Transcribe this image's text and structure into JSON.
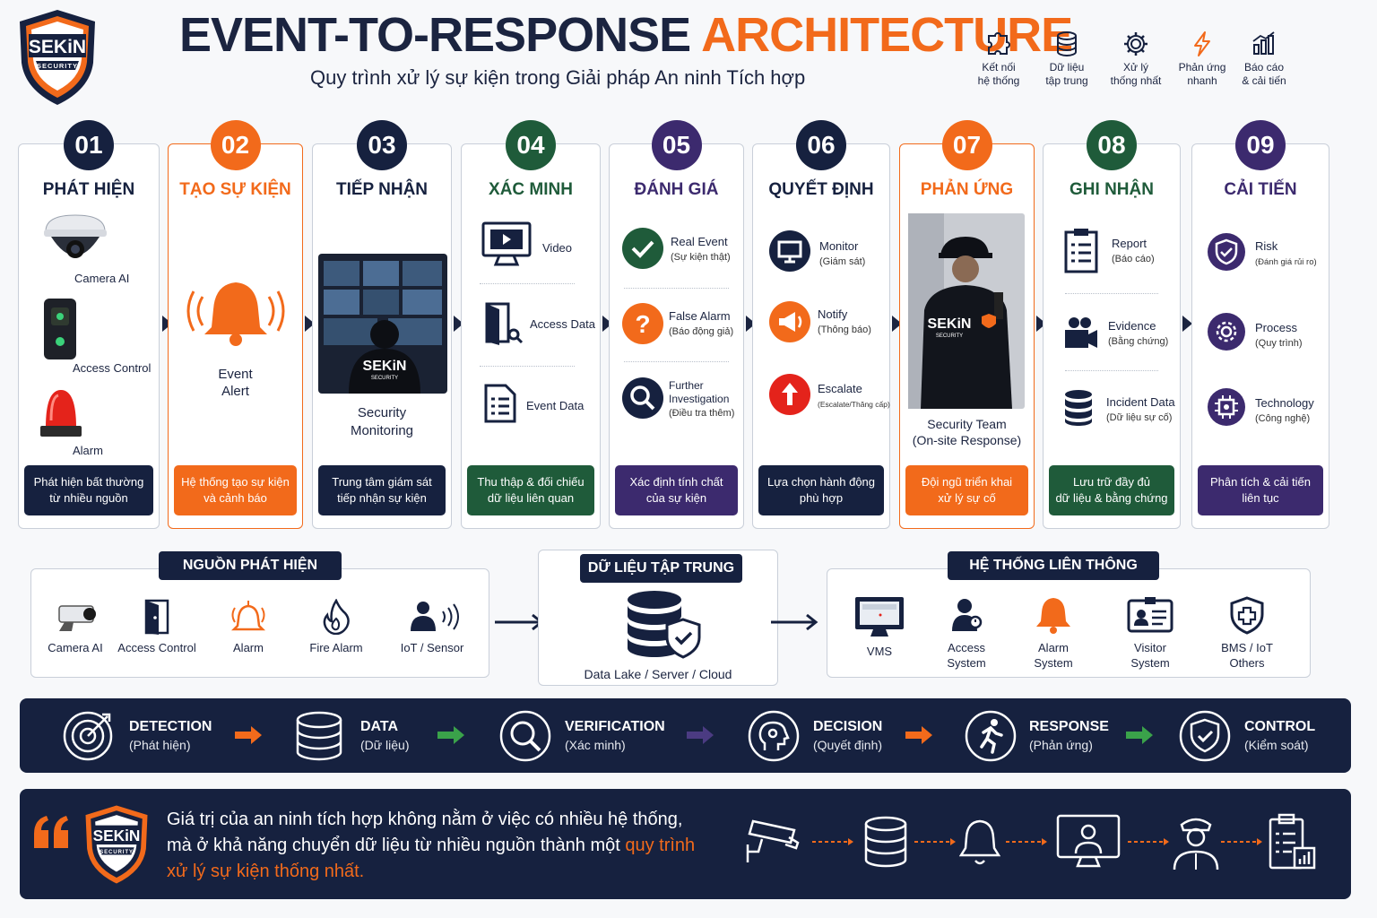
{
  "brand": {
    "name": "SEKiN",
    "tagline": "SECURITY"
  },
  "header": {
    "title_main": "EVENT-TO-RESPONSE",
    "title_accent": "ARCHITECTURE",
    "subtitle": "Quy trình xử lý sự kiện trong Giải pháp An ninh Tích hợp",
    "features": [
      {
        "icon": "puzzle-icon",
        "line1": "Kết nối",
        "line2": "hệ thống"
      },
      {
        "icon": "database-icon",
        "line1": "Dữ liệu",
        "line2": "tập trung"
      },
      {
        "icon": "gear-icon",
        "line1": "Xử lý",
        "line2": "thống nhất"
      },
      {
        "icon": "lightning-icon",
        "line1": "Phản ứng",
        "line2": "nhanh"
      },
      {
        "icon": "chart-icon",
        "line1": "Báo cáo",
        "line2": "& cải tiến"
      }
    ]
  },
  "colors": {
    "navy": "#16213f",
    "orange": "#f26a1b",
    "green": "#1f5b3a",
    "purple": "#3c2a6e"
  },
  "steps": [
    {
      "num": "01",
      "title": "PHÁT HIỆN",
      "color": "#16213f",
      "items": [
        "Camera AI",
        "Access Control",
        "Alarm"
      ],
      "footer1": "Phát hiện bất thường",
      "footer2": "từ nhiều nguồn"
    },
    {
      "num": "02",
      "title": "TẠO SỰ KIỆN",
      "color": "#f26a1b",
      "items": [
        "Event",
        "Alert"
      ],
      "footer1": "Hệ thống tạo sự kiện",
      "footer2": "và cảnh báo"
    },
    {
      "num": "03",
      "title": "TIẾP NHẬN",
      "color": "#16213f",
      "items": [
        "Security",
        "Monitoring"
      ],
      "footer1": "Trung tâm giám sát",
      "footer2": "tiếp nhận sự kiện"
    },
    {
      "num": "04",
      "title": "XÁC MINH",
      "color": "#1f5b3a",
      "items": [
        "Video",
        "Access Data",
        "Event Data"
      ],
      "footer1": "Thu thập & đối chiếu",
      "footer2": "dữ liệu liên quan"
    },
    {
      "num": "05",
      "title": "ĐÁNH GIÁ",
      "color": "#3c2a6e",
      "items": [
        {
          "main": "Real Event",
          "sub": "(Sự kiện thật)"
        },
        {
          "main": "False Alarm",
          "sub": "(Báo động giả)"
        },
        {
          "main": "Further",
          "main2": "Investigation",
          "sub": "(Điều tra thêm)"
        }
      ],
      "footer1": "Xác định tính chất",
      "footer2": "của sự kiện"
    },
    {
      "num": "06",
      "title": "QUYẾT ĐỊNH",
      "color": "#16213f",
      "items": [
        {
          "main": "Monitor",
          "sub": "(Giám sát)"
        },
        {
          "main": "Notify",
          "sub": "(Thông báo)"
        },
        {
          "main": "Escalate",
          "sub": "(Escalate/Thăng cấp)"
        }
      ],
      "footer1": "Lựa chọn hành động",
      "footer2": "phù hợp"
    },
    {
      "num": "07",
      "title": "PHẢN ỨNG",
      "color": "#f26a1b",
      "items": [
        "Security Team",
        "(On-site Response)"
      ],
      "footer1": "Đội ngũ triển khai",
      "footer2": "xử lý sự cố"
    },
    {
      "num": "08",
      "title": "GHI NHẬN",
      "color": "#1f5b3a",
      "items": [
        {
          "main": "Report",
          "sub": "(Báo cáo)"
        },
        {
          "main": "Evidence",
          "sub": "(Bằng chứng)"
        },
        {
          "main": "Incident Data",
          "sub": "(Dữ liệu sự cố)"
        }
      ],
      "footer1": "Lưu trữ đầy đủ",
      "footer2": "dữ liệu & bằng chứng"
    },
    {
      "num": "09",
      "title": "CẢI TIẾN",
      "color": "#3c2a6e",
      "items": [
        {
          "main": "Risk",
          "sub": "(Đánh giá rủi ro)"
        },
        {
          "main": "Process",
          "sub": "(Quy trình)"
        },
        {
          "main": "Technology",
          "sub": "(Công nghệ)"
        }
      ],
      "footer1": "Phân tích & cải tiến",
      "footer2": "liên tục"
    }
  ],
  "sources": {
    "title": "NGUỒN PHÁT HIỆN",
    "items": [
      "Camera AI",
      "Access Control",
      "Alarm",
      "Fire Alarm",
      "IoT / Sensor"
    ]
  },
  "central": {
    "title": "DỮ LIỆU TẬP TRUNG",
    "label": "Data Lake / Server / Cloud"
  },
  "integrated": {
    "title": "HỆ THỐNG LIÊN THÔNG",
    "items": [
      {
        "l1": "VMS",
        "l2": ""
      },
      {
        "l1": "Access",
        "l2": "System"
      },
      {
        "l1": "Alarm",
        "l2": "System"
      },
      {
        "l1": "Visitor",
        "l2": "System"
      },
      {
        "l1": "BMS / IoT",
        "l2": "Others"
      }
    ]
  },
  "flow": [
    {
      "en": "DETECTION",
      "vi": "(Phát hiện)"
    },
    {
      "en": "DATA",
      "vi": "(Dữ liệu)"
    },
    {
      "en": "VERIFICATION",
      "vi": "(Xác minh)"
    },
    {
      "en": "DECISION",
      "vi": "(Quyết định)"
    },
    {
      "en": "RESPONSE",
      "vi": "(Phản ứng)"
    },
    {
      "en": "CONTROL",
      "vi": "(Kiểm soát)"
    }
  ],
  "quote": {
    "line1": "Giá trị của an ninh tích hợp không nằm ở việc có nhiều hệ thống,",
    "line2a": "mà ở khả năng chuyển dữ liệu từ nhiều nguồn thành một ",
    "line2b": "quy trình",
    "line3": "xử lý sự kiện thống nhất."
  }
}
